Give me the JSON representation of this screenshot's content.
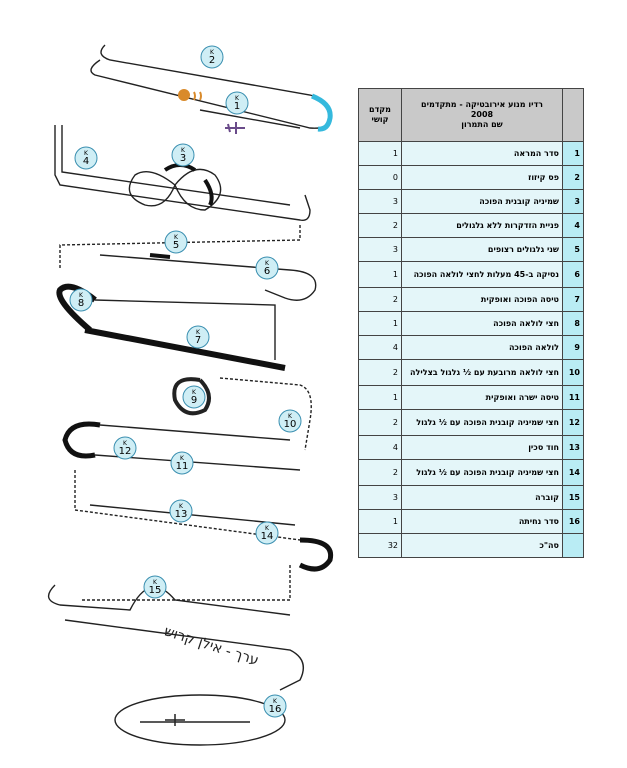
{
  "table": {
    "header": {
      "title_line1": "רדיו מנוע אירובטיקה - מתקדמים",
      "title_line2": "2008",
      "title_line3": "שם התמרון",
      "difficulty_line1": "מקדם",
      "difficulty_line2": "קושי"
    },
    "rows": [
      {
        "num": "1",
        "name": "סדר המראה",
        "k": "1"
      },
      {
        "num": "2",
        "name": "פס קיזוז",
        "k": "0"
      },
      {
        "num": "3",
        "name": "שמיניה קובנית הפוכה",
        "k": "3"
      },
      {
        "num": "4",
        "name": "פניית הזדקרות ללא גלגולים",
        "k": "2"
      },
      {
        "num": "5",
        "name": "שני גלגולים רצופים",
        "k": "3"
      },
      {
        "num": "6",
        "name": "נסיקה ב-45 מעלות לחצי לולאה הפוכה",
        "k": "1"
      },
      {
        "num": "7",
        "name": "טיסה הפוכה ואופקית",
        "k": "2"
      },
      {
        "num": "8",
        "name": "חצי לולאה הפוכה",
        "k": "1"
      },
      {
        "num": "9",
        "name": "לולאה הפוכה",
        "k": "4"
      },
      {
        "num": "10",
        "name": "חצי לולאה מרובעת עם ½ גלגול בצלילה",
        "k": "2"
      },
      {
        "num": "11",
        "name": "טיסה ישרה ואופקית",
        "k": "1"
      },
      {
        "num": "12",
        "name": "חצי שמיניה קובנית הפוכה עם ½ גלגול",
        "k": "2"
      },
      {
        "num": "13",
        "name": "חוד סכין",
        "k": "4"
      },
      {
        "num": "14",
        "name": "חצי שמיניה קובנית הפוכה עם ½ גלגול",
        "k": "2"
      },
      {
        "num": "15",
        "name": "קוברה",
        "k": "3"
      },
      {
        "num": "16",
        "name": "סדר נחיתה",
        "k": "1"
      }
    ],
    "total": {
      "label": "סה\"כ",
      "k": "32"
    }
  },
  "diagram": {
    "k_symbol": "K",
    "markers": [
      "1",
      "2",
      "3",
      "4",
      "5",
      "6",
      "7",
      "8",
      "9",
      "10",
      "11",
      "12",
      "13",
      "14",
      "15",
      "16"
    ],
    "designer_caption": "ערך - אילן קרוש",
    "colors": {
      "line": "#222222",
      "marker_fill": "#cfeef5",
      "marker_stroke": "#3a8fb0",
      "accent": "#35b9dd",
      "smoke": "#d98a2b",
      "plane": "#6a4b8a"
    }
  }
}
